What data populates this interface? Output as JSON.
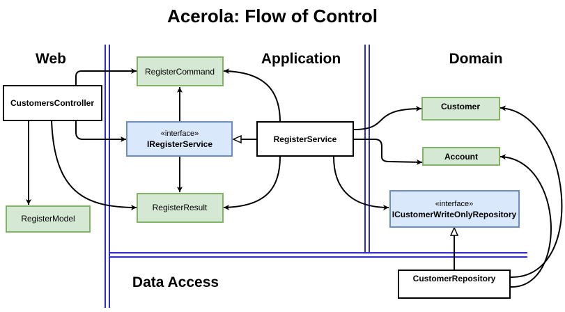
{
  "title": "Acerola: Flow of Control",
  "layers": {
    "web": "Web",
    "application": "Application",
    "domain": "Domain",
    "data_access": "Data Access"
  },
  "nodes": {
    "customers_controller": "CustomersController",
    "register_model": "RegisterModel",
    "register_command": "RegisterCommand",
    "register_service_interface_stereotype": "«interface»",
    "register_service_interface": "IRegisterService",
    "register_result": "RegisterResult",
    "register_service": "RegisterService",
    "customer": "Customer",
    "account": "Account",
    "repository_interface_stereotype": "«interface»",
    "repository_interface": "ICustomerWriteOnlyRepository",
    "customer_repository": "CustomerRepository"
  },
  "colors": {
    "entity_fill": "#d5e8d4",
    "entity_stroke": "#82b366",
    "interface_fill": "#dae8fc",
    "interface_stroke": "#6c8ebf",
    "layer_boundary": "#2d2dd6"
  }
}
